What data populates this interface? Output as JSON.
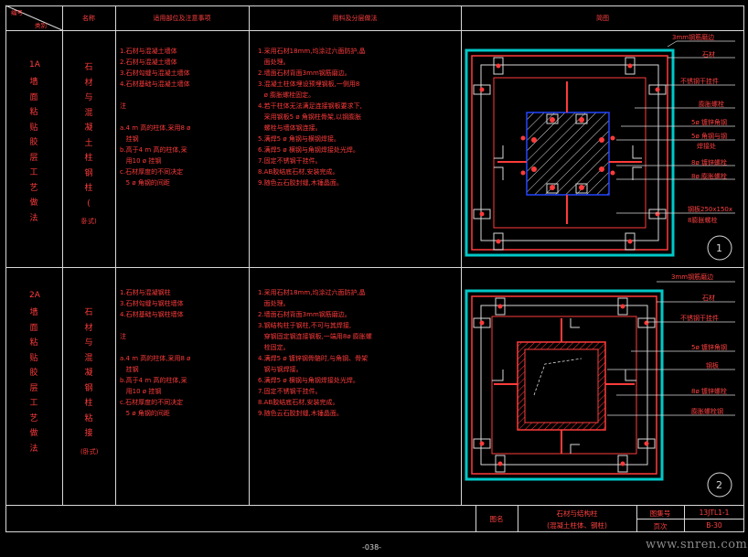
{
  "header": {
    "corner_top": "编号",
    "corner_bottom": "类别",
    "col_name": "名称",
    "col_locations": "适用部位及注意事项",
    "col_method": "用料及分层做法",
    "col_sketch": "简图"
  },
  "rows": [
    {
      "code": "1A",
      "category_chars": [
        "墙",
        "面",
        "粘",
        "贴",
        "胶",
        "层",
        "工",
        "艺",
        "做",
        "法"
      ],
      "name_chars": [
        "石",
        "材",
        "与",
        "混",
        "凝",
        "土",
        "柱",
        "钢",
        "柱",
        "("
      ],
      "name_tail": "卧式)",
      "locations": "1.石材与混凝土墙体\n2.石材与混凝土墙体\n3.石材勾缝与混凝土墙体\n4.石材基础与混凝土墙体\n\n注\n\na.4 m 高的柱体,采用8 ø\n   挂钢\nb.高于4 m 高的柱体,采\n   用10 ø 挂钢\nc.石材厚度的不同决定\n   5 ø 角钢的间距",
      "steps": "1.采用石材18mm,均涂过六面防护,晶\n   面处理。\n2.墙面石材背面3mm钢筋磨边。\n3.混凝土柱体埋设预埋钢板,一侧用8\n   ø 膨胀螺栓固定。\n4.若干柱体无法满足连接钢板要求下,\n   采用钢板5 ø 角钢柱骨架,以钢膨胀\n   螺栓与墙体钢连接。\n5.满焊5 ø 角钢与横钢焊接。\n6.满焊5 ø 横钢与角钢焊接处光焊。\n7.固定不锈钢干挂件。\n8.AB胶结底石材,安装完成。\n9.随色云石胶封缝,木锤晶面。",
      "callouts": [
        "3mm钢筋磨边",
        "石材",
        "不锈钢干挂件",
        "膨胀螺栓",
        "5ø 镀锌角钢",
        "5ø 角钢与钢",
        "  焊接处",
        "8ø 镀锌螺栓",
        "8ø 膨胀螺栓",
        "钢板250x150x",
        "  8膨胀螺栓"
      ],
      "detail_no": "1"
    },
    {
      "code": "2A",
      "category_chars": [
        "墙",
        "面",
        "粘",
        "贴",
        "胶",
        "层",
        "工",
        "艺",
        "做",
        "法"
      ],
      "name_chars": [
        "石",
        "材",
        "与",
        "混",
        "凝",
        "钢",
        "柱",
        "粘",
        "接"
      ],
      "name_tail": "(卧式)",
      "locations": "1.石材与混凝钢柱\n3.石材勾缝与钢柱墙体\n4.石材基础与钢柱墙体\n\n注\n\na.4 m 高的柱体,采用8 ø\n   挂钢\nb.高于4 m 高的柱体,采\n   用10 ø 挂钢\nc.石材厚度的不同决定\n   5 ø 角钢的间距",
      "steps": "1.采用石材18mm,均涂过六面防护,晶\n   面处理。\n2.墙面石材背面3mm钢筋磨边。\n3.钢结构柱于钢柱,不可与其焊接,\n   穿钢固定钢连接钢板,一端用8ø 膨胀螺\n   栓固定。\n4.满焊5 ø 镀锌钢骨骼时,与角钢、骨架\n   钢与钢焊接。\n6.满焊5 ø 横钢与角钢焊接处光焊。\n7.固定不锈钢干挂件。\n8.AB胶结底石材,安装完成。\n9.随色云石胶封缝,木锤晶面。",
      "callouts": [
        "3mm钢筋磨边",
        "石材",
        "不锈钢干挂件",
        "5ø 镀锌角钢",
        "钢板",
        "8ø 镀锌螺栓",
        "膨胀螺栓钢"
      ],
      "detail_no": "2"
    }
  ],
  "titleblock": {
    "label_title": "图名",
    "title_line1": "石材与结构柱",
    "title_line2": "(混凝土柱体、钢柱)",
    "label_atlas": "图集号",
    "atlas_no": "13JTL1-1",
    "label_page": "页次",
    "page_no": "B-30"
  },
  "page_number": "-038-",
  "watermark": "www.snren.com",
  "colors": {
    "background": "#000000",
    "grid": "#d8d8d8",
    "text": "#ff4040",
    "cyan": "#00c8c8",
    "blue": "#2244ff"
  }
}
